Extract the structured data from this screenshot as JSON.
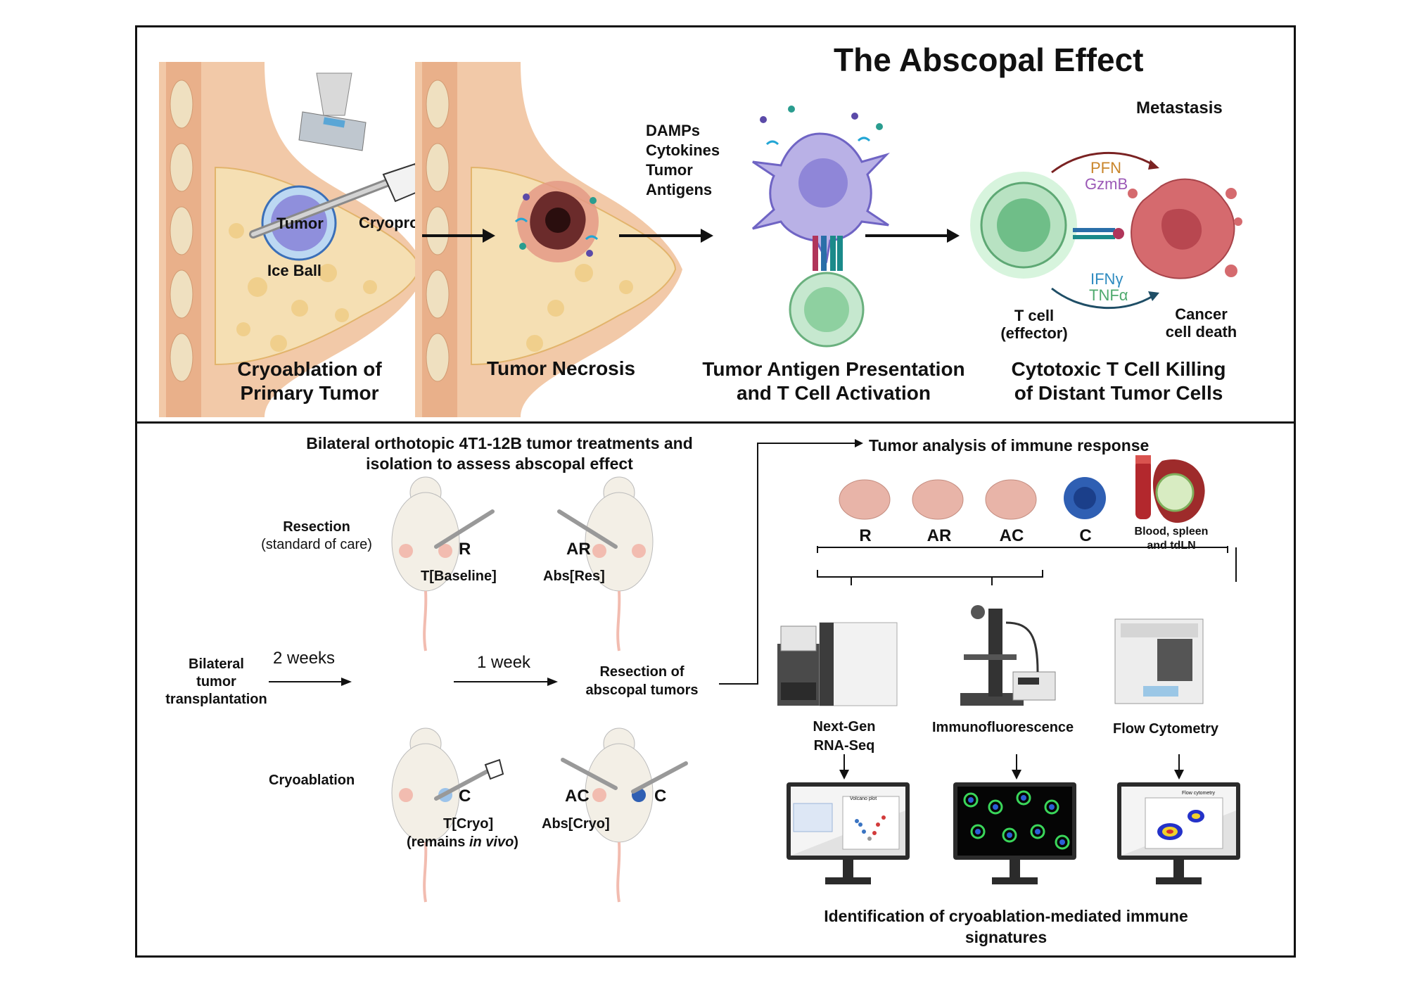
{
  "title": "The Abscopal Effect",
  "top": {
    "stage1": {
      "tumor": "Tumor",
      "cryoprobe": "Cryoprobe",
      "ice_ball": "Ice Ball",
      "caption_line1": "Cryoablation of",
      "caption_line2": "Primary Tumor"
    },
    "stage2": {
      "caption": "Tumor Necrosis",
      "release": [
        "DAMPs",
        "Cytokines",
        "Tumor",
        "Antigens"
      ]
    },
    "stage3": {
      "caption_line1": "Tumor Antigen Presentation",
      "caption_line2": "and T Cell Activation"
    },
    "stage4": {
      "metastasis": "Metastasis",
      "pfn": "PFN",
      "gzmb": "GzmB",
      "ifng": "IFNγ",
      "tnfa": "TNFα",
      "tcell_line1": "T cell",
      "tcell_line2": "(effector)",
      "cancer_line1": "Cancer",
      "cancer_line2": "cell death",
      "caption_line1": "Cytotoxic T Cell Killing",
      "caption_line2": "of Distant Tumor Cells"
    }
  },
  "bottom": {
    "heading_line1": "Bilateral orthotopic 4T1-12B tumor treatments and",
    "heading_line2": "isolation to assess abscopal effect",
    "resection_label": "Resection",
    "resection_sub": "(standard of care)",
    "cryo_label": "Cryoablation",
    "mouse_R": "R",
    "mouse_R_sub": "T[Baseline]",
    "mouse_AR": "AR",
    "mouse_AR_sub": "Abs[Res]",
    "mouse_C": "C",
    "mouse_C_sub_line1": "T[Cryo]",
    "mouse_C_sub_line2_pre": "(remains ",
    "mouse_C_sub_line2_em": "in vivo",
    "mouse_C_sub_line2_post": ")",
    "mouse_AC": "AC",
    "mouse_AC_C": "C",
    "mouse_AC_sub": "Abs[Cryo]",
    "bilateral_line1": "Bilateral",
    "bilateral_line2": "tumor",
    "bilateral_line3": "transplantation",
    "two_weeks": "2 weeks",
    "one_week": "1 week",
    "resection_abs_line1": "Resection of",
    "resection_abs_line2": "abscopal tumors",
    "analysis_title": "Tumor analysis of immune response",
    "samples": [
      "R",
      "AR",
      "AC",
      "C"
    ],
    "blood_line1": "Blood, spleen",
    "blood_line2": "and tdLN",
    "method1_line1": "Next-Gen",
    "method1_line2": "RNA-Seq",
    "method2": "Immunofluorescence",
    "method3": "Flow Cytometry",
    "screen1_title": "Volcano plot",
    "screen3_title": "Flow cytometry",
    "conclusion_line1": "Identification of cryoablation-mediated immune",
    "conclusion_line2": "signatures"
  },
  "colors": {
    "tissue": "#f5dfb3",
    "tumor": "#8f8fdc",
    "tcell": "#9fd6b0",
    "cancer": "#d56a6e",
    "pfn": "#c9852a",
    "gzmb": "#9b59b6",
    "ifng": "#2e8bc0",
    "tnfa": "#4faa6e"
  }
}
